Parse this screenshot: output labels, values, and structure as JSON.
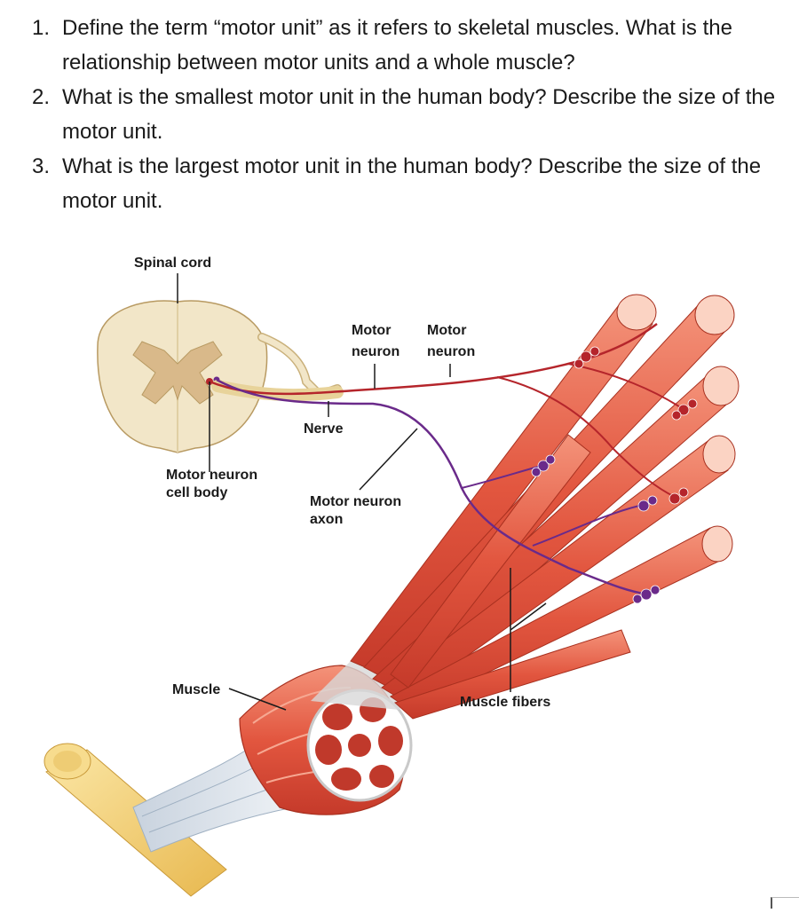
{
  "questions": [
    {
      "number": "1.",
      "text": "Define the term “motor unit” as it refers to skeletal muscles. What is the relationship between motor units and a whole muscle?"
    },
    {
      "number": "2.",
      "text": "What is the smallest motor unit in the human body? Describe the size of the motor unit."
    },
    {
      "number": "3.",
      "text": "What is the largest motor unit in the human body? Describe the size of the motor unit."
    }
  ],
  "figure": {
    "labels": {
      "spinal_cord": "Spinal cord",
      "motor_neuron_1": [
        "Motor",
        "neuron"
      ],
      "motor_neuron_2": [
        "Motor",
        "neuron"
      ],
      "nerve": "Nerve",
      "motor_neuron_cell_body": [
        "Motor neuron",
        "cell body"
      ],
      "motor_neuron_axon": [
        "Motor neuron",
        "axon"
      ],
      "muscle": "Muscle",
      "muscle_fibers": "Muscle fibers"
    },
    "colors": {
      "muscle_fiber": "#e2563f",
      "muscle_fiber_light": "#f08a70",
      "neuron_red": "#b5252b",
      "neuron_purple": "#6a2a8a",
      "spinal_cord": "#f2e6c8",
      "gray_matter": "#d9b98a",
      "bone": "#f0d27a"
    }
  }
}
